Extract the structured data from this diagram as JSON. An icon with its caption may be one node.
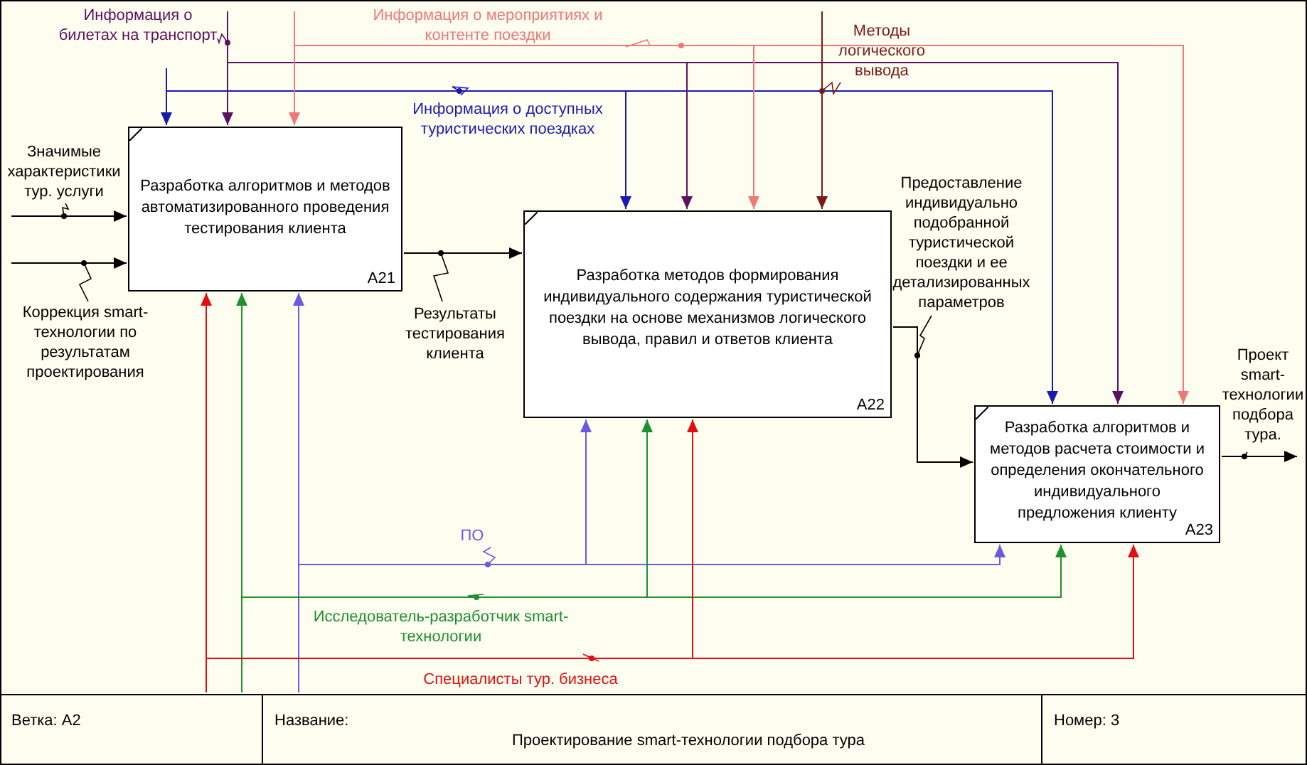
{
  "diagram": {
    "nodes": [
      {
        "text": [
          "Разработка алгоритмов и методов автоматизированного проведения тестирования клиента",
          "A21"
        ]
      },
      {
        "text": [
          "Разработка методов формирования индивидуального содержания туристической поездки на основе механизмов логического вывода, правил и ответов клиента",
          "A22"
        ]
      },
      {
        "text": [
          "Разработка алгоритмов и методов расчета стоимости и определения окончательного индивидуального предложения клиенту",
          "A23"
        ]
      }
    ],
    "edges": [
      {
        "from": null,
        "to": 0,
        "arrow": "to",
        "color": "#1a1ab0"
      },
      {
        "from": null,
        "to": 1,
        "arrow": "to",
        "label": "Информация о доступных туристических поездках",
        "color": "#1a1ab0"
      },
      {
        "from": null,
        "to": 2,
        "arrow": "to",
        "color": "#1a1ab0"
      },
      {
        "from": null,
        "to": 0,
        "arrow": "to",
        "label": "Информация о билетах на транспорт",
        "color": "#5c1060"
      },
      {
        "from": null,
        "to": 1,
        "arrow": "to",
        "color": "#5c1060"
      },
      {
        "from": null,
        "to": 2,
        "arrow": "to",
        "color": "#5c1060"
      },
      {
        "from": null,
        "to": 0,
        "arrow": "to",
        "color": "#f07878"
      },
      {
        "from": null,
        "to": 1,
        "arrow": "to",
        "label": "Информация о мероприятиях и контенте поездки",
        "color": "#f07878"
      },
      {
        "from": null,
        "to": 2,
        "arrow": "to",
        "color": "#f07878"
      },
      {
        "from": null,
        "to": 1,
        "arrow": "to",
        "label": "Методы логического вывода",
        "color": "#7a1a1a"
      },
      {
        "from": null,
        "to": 0,
        "arrow": "to",
        "label": "Значимые характеристики тур. услуги"
      },
      {
        "from": null,
        "to": 0,
        "arrow": "to",
        "label": "Коррекция smart-технологии по результатам проектирования"
      },
      {
        "from": 0,
        "to": 1,
        "arrow": "to",
        "label": "Результаты тестирования клиента"
      },
      {
        "from": 1,
        "to": 2,
        "arrow": "to",
        "label": "Предоставление индивидуально подобранной туристической поездки и ее детализированных параметров"
      },
      {
        "from": 2,
        "to": null,
        "arrow": "to",
        "label": "Проект smart-технологии подбора тура."
      },
      {
        "from": null,
        "to": 0,
        "arrow": "to",
        "color": "#6a5ae0"
      },
      {
        "from": null,
        "to": 1,
        "arrow": "to",
        "label": "ПО",
        "color": "#6a5ae0"
      },
      {
        "from": null,
        "to": 2,
        "arrow": "to",
        "color": "#6a5ae0"
      },
      {
        "from": null,
        "to": 0,
        "arrow": "to",
        "color": "#1e9030"
      },
      {
        "from": null,
        "to": 1,
        "arrow": "to",
        "label": "Исследователь-разработчик smart-технологии",
        "color": "#1e9030"
      },
      {
        "from": null,
        "to": 2,
        "arrow": "to",
        "color": "#1e9030"
      },
      {
        "from": null,
        "to": 0,
        "arrow": "to",
        "color": "#e01010"
      },
      {
        "from": null,
        "to": 1,
        "arrow": "to",
        "label": "Специалисты тур. бизнеса",
        "color": "#e01010"
      },
      {
        "from": null,
        "to": 2,
        "arrow": "to",
        "color": "#e01010"
      }
    ],
    "labels": [
      "Ветка: A2",
      "Название:",
      "Проектирование smart-технологии подбора тура",
      "Номер: 3"
    ]
  }
}
